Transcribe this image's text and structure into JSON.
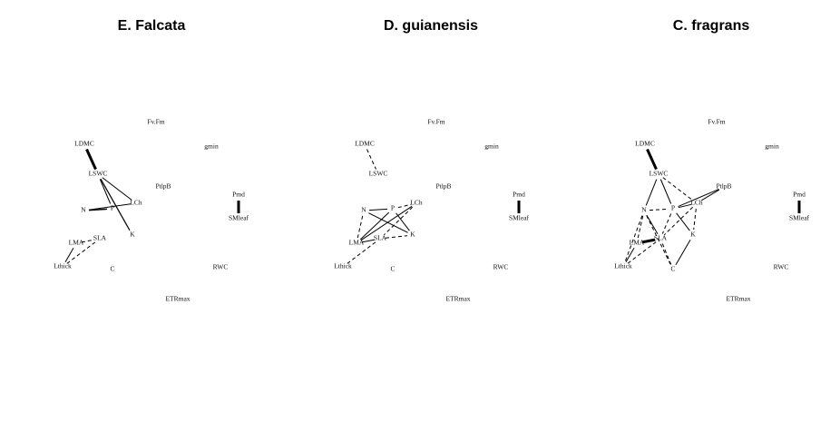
{
  "figure": {
    "panels": [
      {
        "title": "E. Falcata",
        "edges": [
          {
            "from": "LDMC",
            "to": "LSWC",
            "style": "solid",
            "weight": 3
          },
          {
            "from": "LDMC",
            "to": "LSWC",
            "style": "solid",
            "weight": 1
          },
          {
            "from": "LSWC",
            "to": "P",
            "style": "solid",
            "weight": 1
          },
          {
            "from": "LSWC",
            "to": "LCh",
            "style": "solid",
            "weight": 1
          },
          {
            "from": "LSWC",
            "to": "K",
            "style": "solid",
            "weight": 1.2
          },
          {
            "from": "N",
            "to": "P",
            "style": "solid",
            "weight": 1.5
          },
          {
            "from": "N",
            "to": "LCh",
            "style": "solid",
            "weight": 1
          },
          {
            "from": "Pmd",
            "to": "SMleaf",
            "style": "solid",
            "weight": 3
          },
          {
            "from": "LMA",
            "to": "SLA",
            "style": "dashed",
            "weight": 1
          },
          {
            "from": "Lthick",
            "to": "LMA",
            "style": "solid",
            "weight": 1
          },
          {
            "from": "Lthick",
            "to": "SLA",
            "style": "dashed",
            "weight": 1
          }
        ]
      },
      {
        "title": "D. guianensis",
        "edges": [
          {
            "from": "LDMC",
            "to": "LSWC",
            "style": "dashed",
            "weight": 1
          },
          {
            "from": "N",
            "to": "P",
            "style": "solid",
            "weight": 1
          },
          {
            "from": "N",
            "to": "K",
            "style": "solid",
            "weight": 1
          },
          {
            "from": "N",
            "to": "LMA",
            "style": "dashed",
            "weight": 1
          },
          {
            "from": "P",
            "to": "LCh",
            "style": "dashed",
            "weight": 1
          },
          {
            "from": "P",
            "to": "LMA",
            "style": "solid",
            "weight": 1
          },
          {
            "from": "P",
            "to": "K",
            "style": "solid",
            "weight": 1
          },
          {
            "from": "LCh",
            "to": "LMA",
            "style": "solid",
            "weight": 1
          },
          {
            "from": "LCh",
            "to": "SLA",
            "style": "dashed",
            "weight": 1
          },
          {
            "from": "SLA",
            "to": "K",
            "style": "dashed",
            "weight": 1
          },
          {
            "from": "LMA",
            "to": "SLA",
            "style": "solid",
            "weight": 1
          },
          {
            "from": "Lthick",
            "to": "SLA",
            "style": "dashed",
            "weight": 1
          },
          {
            "from": "Pmd",
            "to": "SMleaf",
            "style": "solid",
            "weight": 3
          }
        ]
      },
      {
        "title": "C. fragrans",
        "edges": [
          {
            "from": "LDMC",
            "to": "LSWC",
            "style": "solid",
            "weight": 3
          },
          {
            "from": "LSWC",
            "to": "N",
            "style": "solid",
            "weight": 1
          },
          {
            "from": "LSWC",
            "to": "P",
            "style": "solid",
            "weight": 1
          },
          {
            "from": "LSWC",
            "to": "LCh",
            "style": "dashed",
            "weight": 1
          },
          {
            "from": "N",
            "to": "P",
            "style": "dashed",
            "weight": 1
          },
          {
            "from": "N",
            "to": "LMA",
            "style": "dashed",
            "weight": 1
          },
          {
            "from": "N",
            "to": "SLA",
            "style": "solid",
            "weight": 1
          },
          {
            "from": "N",
            "to": "C",
            "style": "dashed",
            "weight": 1
          },
          {
            "from": "N",
            "to": "Lthick",
            "style": "dashed",
            "weight": 1
          },
          {
            "from": "P",
            "to": "LCh",
            "style": "solid",
            "weight": 1
          },
          {
            "from": "P",
            "to": "PtlpB",
            "style": "solid",
            "weight": 1
          },
          {
            "from": "P",
            "to": "SLA",
            "style": "dashed",
            "weight": 1
          },
          {
            "from": "P",
            "to": "K",
            "style": "solid",
            "weight": 1
          },
          {
            "from": "PtlpB",
            "to": "LCh",
            "style": "solid",
            "weight": 1
          },
          {
            "from": "LCh",
            "to": "SLA",
            "style": "dashed",
            "weight": 1
          },
          {
            "from": "LCh",
            "to": "K",
            "style": "dashed",
            "weight": 1
          },
          {
            "from": "SLA",
            "to": "LMA",
            "style": "solid",
            "weight": 3
          },
          {
            "from": "LMA",
            "to": "Lthick",
            "style": "solid",
            "weight": 1
          },
          {
            "from": "SLA",
            "to": "Lthick",
            "style": "dashed",
            "weight": 1
          },
          {
            "from": "SLA",
            "to": "C",
            "style": "dashed",
            "weight": 1
          },
          {
            "from": "K",
            "to": "C",
            "style": "solid",
            "weight": 1
          },
          {
            "from": "Pmd",
            "to": "SMleaf",
            "style": "solid",
            "weight": 3
          }
        ]
      }
    ],
    "node_labels": {
      "FvFm": "Fv.Fm",
      "gmin": "gmin",
      "LDMC": "LDMC",
      "LSWC": "LSWC",
      "PtlpB": "PtlpB",
      "Pmd": "Pmd",
      "SMleaf": "SMleaf",
      "LCh": "LCh",
      "N": "N",
      "P": "P",
      "K": "K",
      "SLA": "SLA",
      "LMA": "LMA",
      "Lthick": "Lthick",
      "C": "C",
      "RWC": "RWC",
      "ETRmax": "ETRmax"
    }
  }
}
